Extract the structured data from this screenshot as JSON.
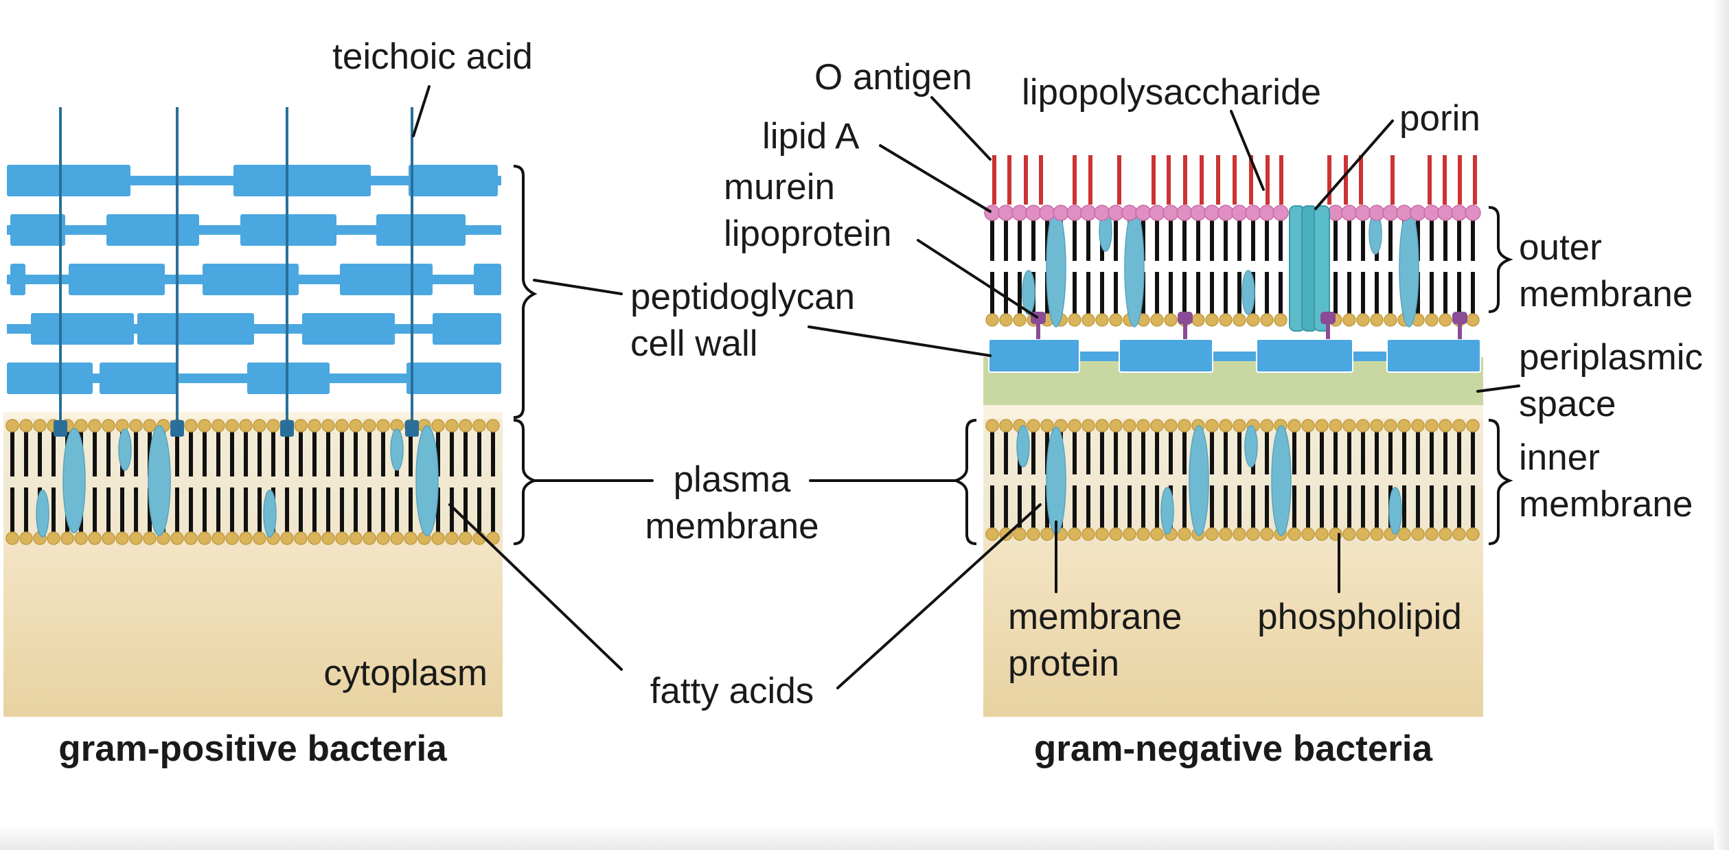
{
  "left_panel": {
    "title": "gram-positive bacteria",
    "labels": {
      "teichoic_acid": "teichoic acid",
      "cytoplasm": "cytoplasm"
    }
  },
  "right_panel": {
    "title": "gram-negative bacteria",
    "labels": {
      "o_antigen": "O antigen",
      "lipid_a": "lipid A",
      "lipopolysaccharide": "lipopolysaccharide",
      "porin": "porin",
      "murein_lipoprotein_line1": "murein",
      "murein_lipoprotein_line2": "lipoprotein",
      "outer_membrane_line1": "outer",
      "outer_membrane_line2": "membrane",
      "periplasmic_space_line1": "periplasmic",
      "periplasmic_space_line2": "space",
      "inner_membrane_line1": "inner",
      "inner_membrane_line2": "membrane",
      "membrane_protein_line1": "membrane",
      "membrane_protein_line2": "protein",
      "phospholipid": "phospholipid"
    }
  },
  "shared_labels": {
    "peptidoglycan_line1": "peptidoglycan",
    "peptidoglycan_line2": "cell wall",
    "plasma_membrane_line1": "plasma",
    "plasma_membrane_line2": "membrane",
    "fatty_acids": "fatty acids"
  },
  "colors": {
    "peptidoglycan": "#4aa7e0",
    "teichoic": "#2a6f99",
    "lipid_head": "#d9b45a",
    "lipid_tail": "#111111",
    "membrane_protein": "#6fbad3",
    "lps_chain": "#cc3333",
    "lipid_a": "#e08fc3",
    "murein": "#8a4c96",
    "periplasm": "#c9d8a3",
    "porin": "#4ab0bf",
    "cytoplasm_top": "#fbf2e1",
    "cytoplasm_bottom": "#e9d4a4",
    "leader_line": "#111111"
  }
}
